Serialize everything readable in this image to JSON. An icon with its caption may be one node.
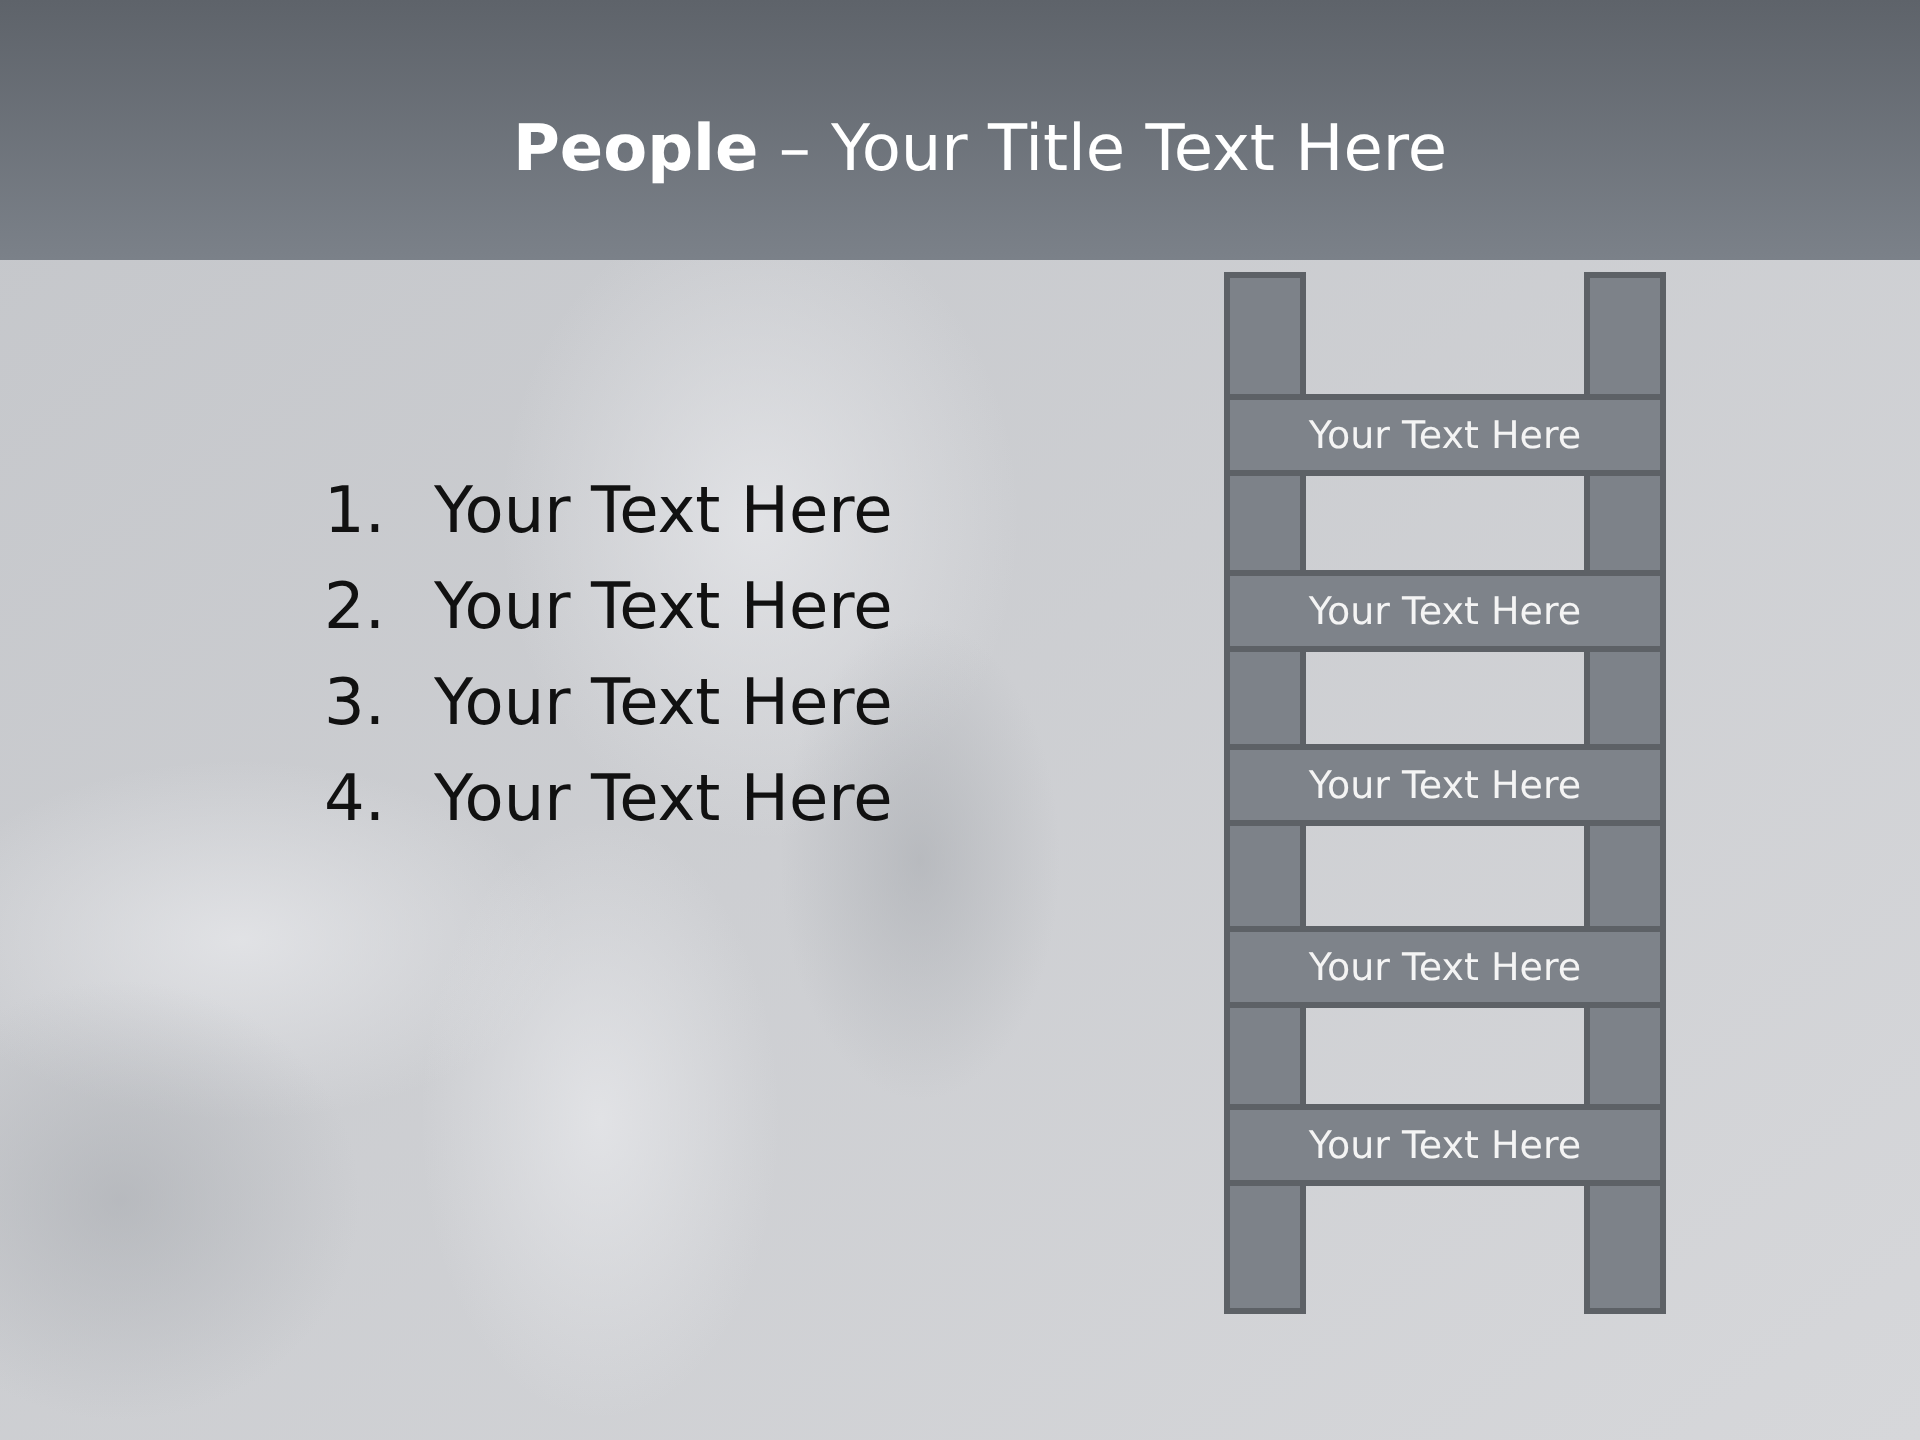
{
  "diagram": {
    "title": "**People** – Your Title Text Here",
    "nodes": [
      {
        "text": [],
        "shape": "bar"
      },
      {
        "text": [],
        "shape": "bar"
      },
      {
        "text": [
          "Your Text Here"
        ]
      },
      {
        "text": [
          "Your Text Here"
        ]
      },
      {
        "text": [
          "Your Text Here"
        ]
      },
      {
        "text": [
          "Your Text Here"
        ]
      },
      {
        "text": [
          "Your Text Here"
        ]
      }
    ],
    "labels": [
      "1.",
      "Your Text Here",
      "2.",
      "Your Text Here",
      "3.",
      "Your Text Here",
      "4.",
      "Your Text Here"
    ]
  }
}
